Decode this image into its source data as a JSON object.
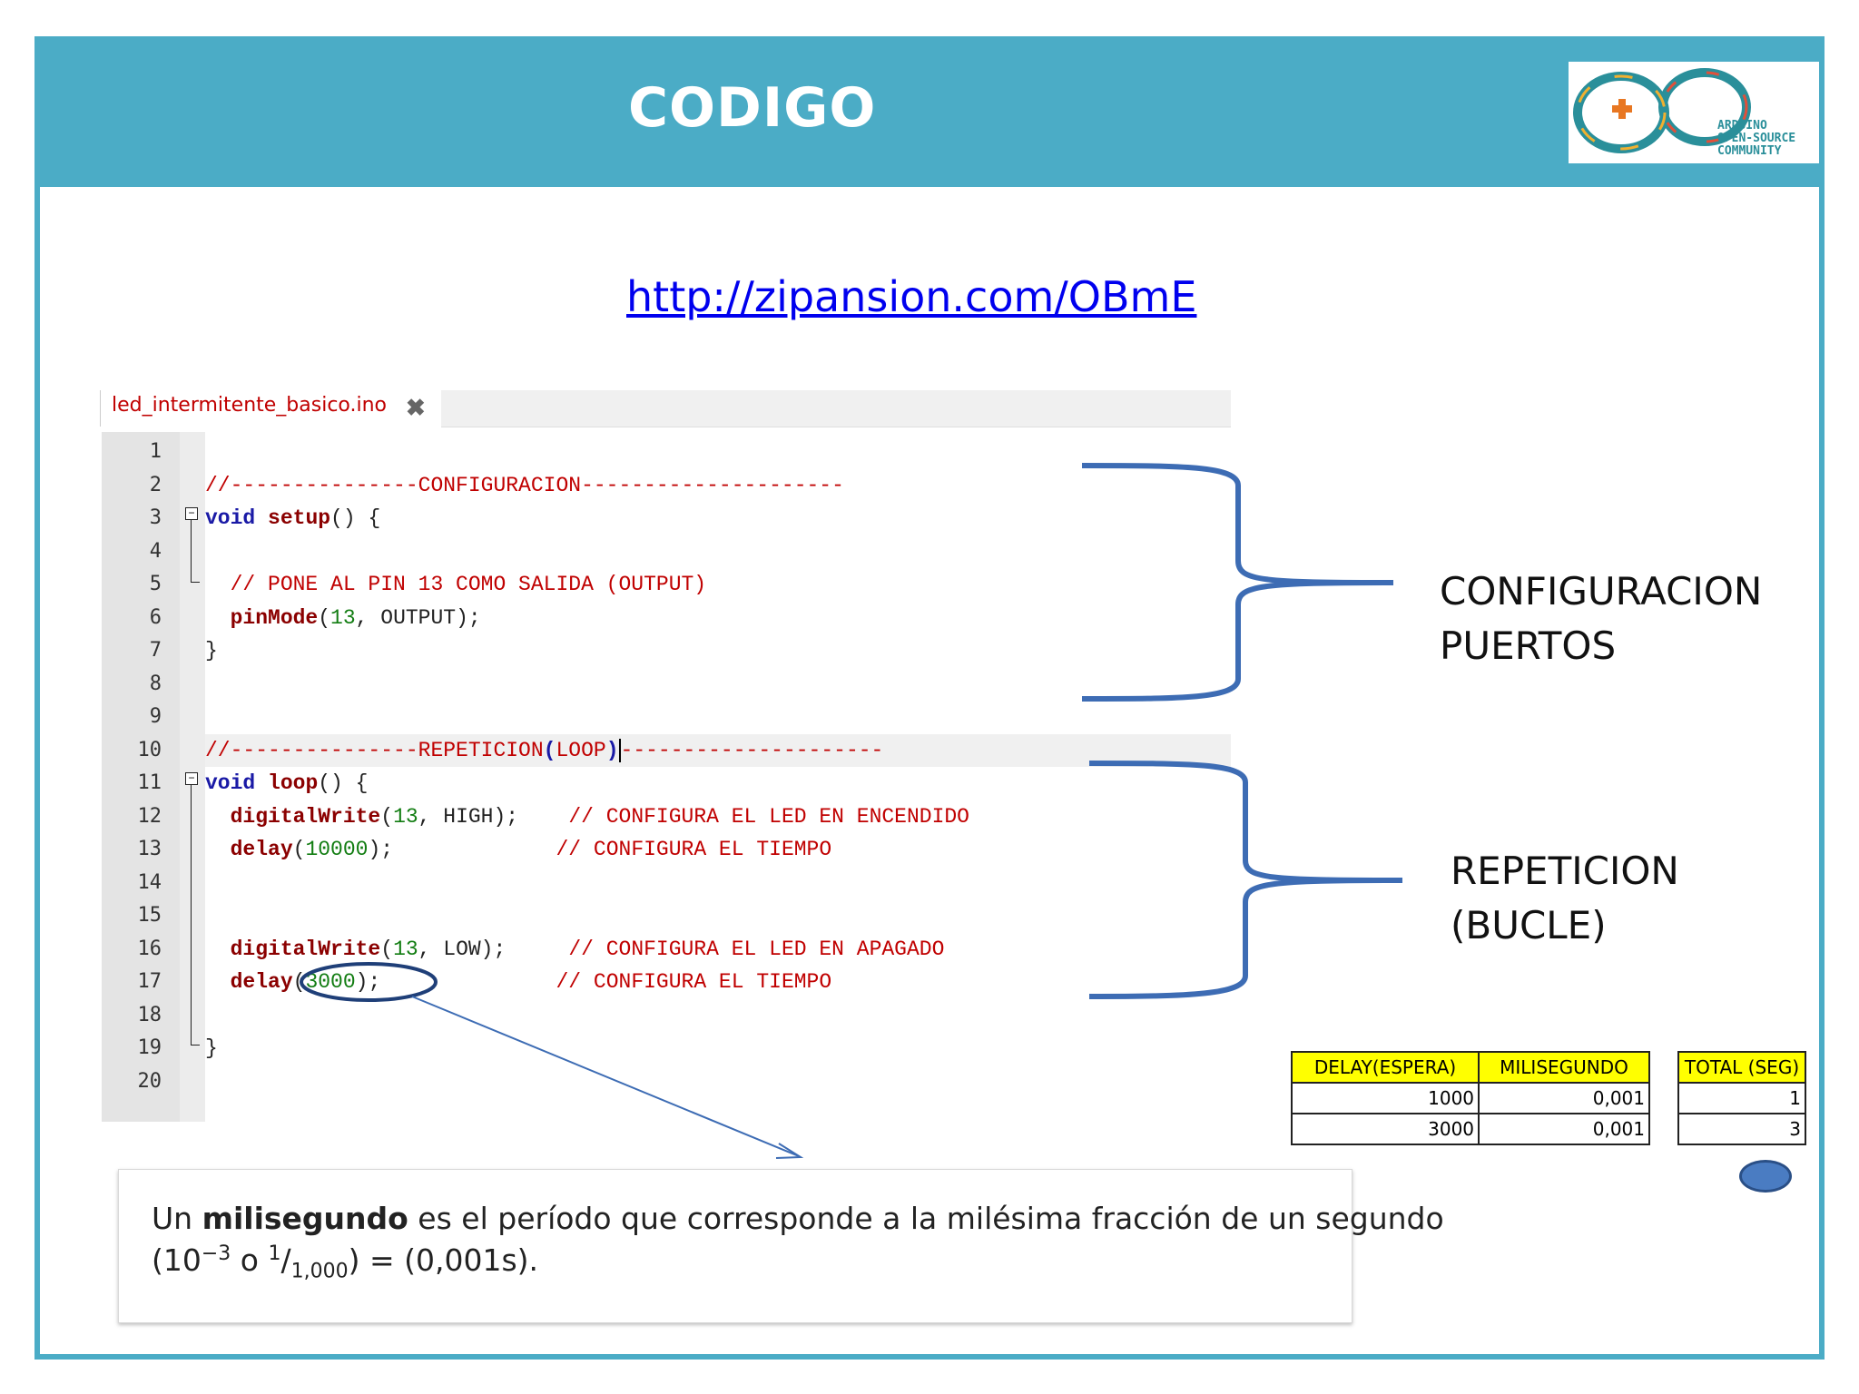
{
  "slide": {
    "title": "CODIGO",
    "link": "http://zipansion.com/OBmE"
  },
  "logo": {
    "line1": "ARDUINO",
    "line2": "OPEN-SOURCE",
    "line3": "COMMUNITY"
  },
  "editor": {
    "tab_label": "led_intermitente_basico.ino",
    "close_glyph": "✖",
    "line_numbers": [
      "1",
      "2",
      "3",
      "4",
      "5",
      "6",
      "7",
      "8",
      "9",
      "10",
      "11",
      "12",
      "13",
      "14",
      "15",
      "16",
      "17",
      "18",
      "19",
      "20"
    ],
    "lines": {
      "l2_comment": "//---------------CONFIGURACION---------------------",
      "l3_kw": "void",
      "l3_fn": "setup",
      "l3_rest": "() {",
      "l5_comment": "// PONE AL PIN 13 COMO SALIDA (OUTPUT)",
      "l6_fn": "pinMode",
      "l6_open": "(",
      "l6_num": "13",
      "l6_rest": ", OUTPUT);",
      "l7_close": "}",
      "l10_comment": "//---------------REPETICION",
      "l10_open": "(",
      "l10_word": "LOOP",
      "l10_close": ")",
      "l10_tail": "---------------------",
      "l11_kw": "void",
      "l11_fn": "loop",
      "l11_rest": "() {",
      "l12_fn": "digitalWrite",
      "l12_open": "(",
      "l12_num": "13",
      "l12_rest": ", HIGH);",
      "l12_comment": "// CONFIGURA EL LED EN ENCENDIDO",
      "l13_fn": "delay",
      "l13_open": "(",
      "l13_num": "10000",
      "l13_rest": ");",
      "l13_comment": "// CONFIGURA EL TIEMPO",
      "l16_fn": "digitalWrite",
      "l16_open": "(",
      "l16_num": "13",
      "l16_rest": ", LOW);",
      "l16_comment": "// CONFIGURA EL LED EN APAGADO",
      "l17_fn": "delay",
      "l17_open": "(",
      "l17_num": "3000",
      "l17_rest": ");",
      "l17_comment": "// CONFIGURA EL TIEMPO",
      "l19_close": "}"
    }
  },
  "annotations": {
    "config_line1": "CONFIGURACION",
    "config_line2": "PUERTOS",
    "repeat_line1": "REPETICION",
    "repeat_line2": "(BUCLE)"
  },
  "table_delay": {
    "headers": [
      "DELAY(ESPERA)",
      "MILISEGUNDO"
    ],
    "rows": [
      [
        "1000",
        "0,001"
      ],
      [
        "3000",
        "0,001"
      ]
    ]
  },
  "table_total": {
    "header": "TOTAL (SEG)",
    "rows": [
      "1",
      "3"
    ]
  },
  "note": {
    "prefix": "Un ",
    "bold": "milisegundo",
    "rest": " es el período que corresponde a la milésima fracción de un segundo",
    "l2_open": "(10",
    "l2_exp": "−3",
    "l2_mid": " o ",
    "l2_num": "1",
    "l2_slash": "/",
    "l2_den": "1,000",
    "l2_end": ") = (0,001s)."
  },
  "colors": {
    "header": "#4bacc6",
    "comment": "#c00000",
    "keyword": "#1a1aa6",
    "number": "#127d12",
    "brace": "#3d6cb4",
    "table_head": "#ffff00"
  }
}
